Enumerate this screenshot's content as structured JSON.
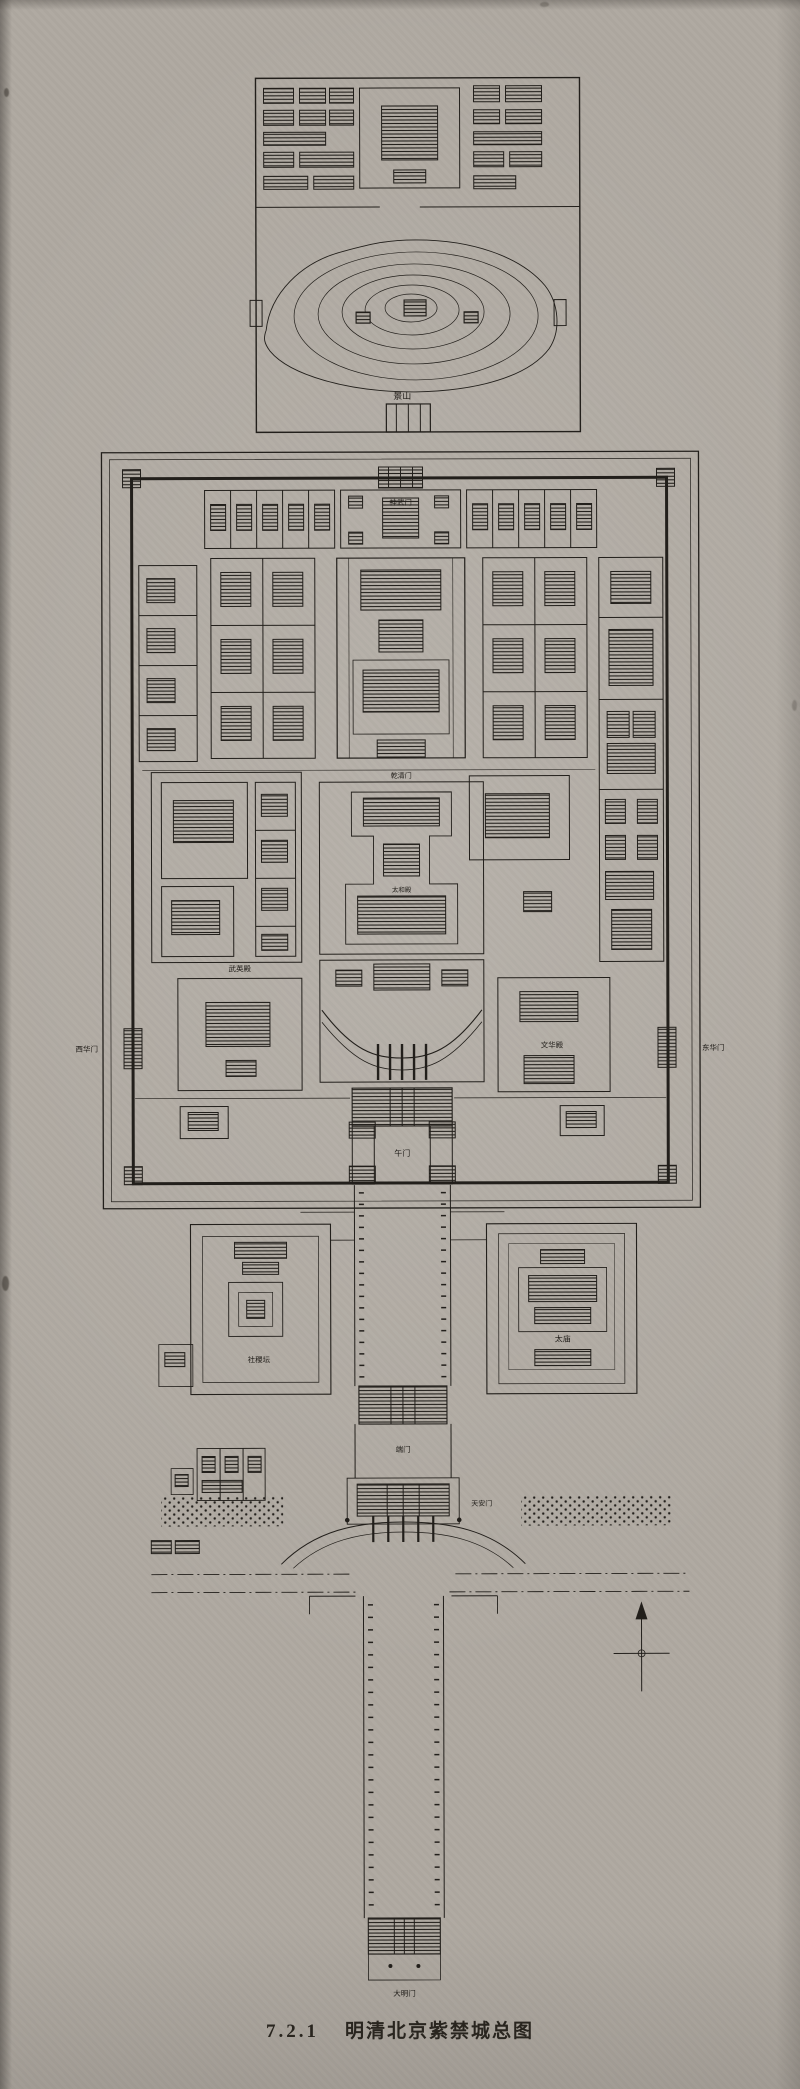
{
  "page": {
    "paper_color": "#afa9a1",
    "ink_color": "#221f1b",
    "description": "Scanned book page with line-drawn master plan"
  },
  "figure": {
    "caption_number": "7.2.1",
    "caption_title": "明清北京紫禁城总图"
  },
  "plan": {
    "labels": {
      "jingshan": "景山",
      "shenwumen": "神武门",
      "qianqingmen": "乾清门",
      "taihedian": "太和殿",
      "xihuamen": "西华门",
      "donghuamen": "东华门",
      "wuyingdian": "武英殿",
      "wenhuadian": "文华殿",
      "wumen": "午门",
      "duanmen": "端门",
      "tiananmen": "天安门",
      "shejitan": "社稷坛",
      "taimiao": "太庙",
      "damingmen": "大明门"
    },
    "compass": "north-arrow"
  }
}
